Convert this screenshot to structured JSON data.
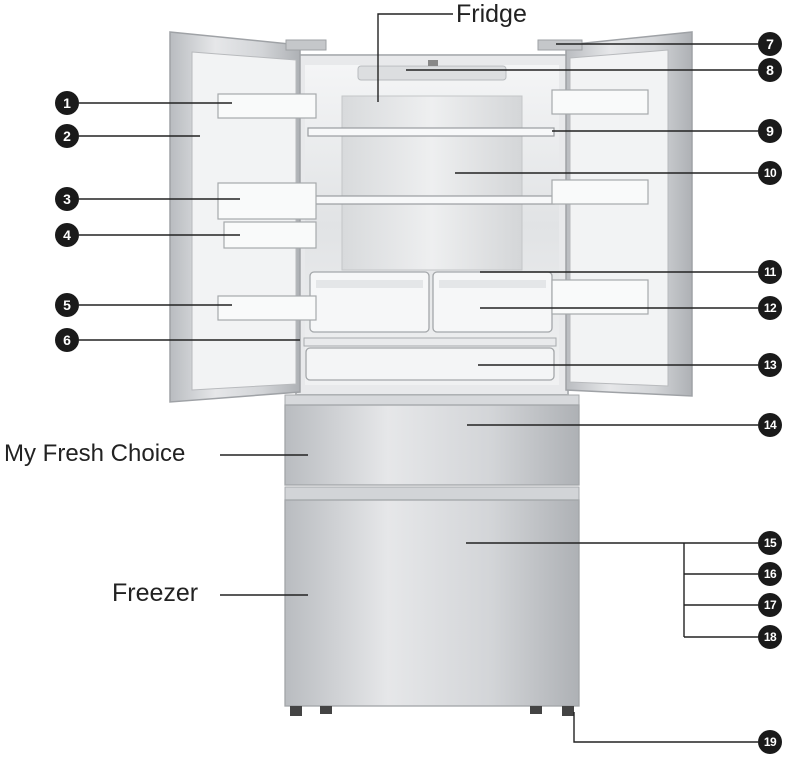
{
  "labels": {
    "fridge": "Fridge",
    "my_fresh_choice": "My Fresh Choice",
    "freezer": "Freezer"
  },
  "callouts": [
    "1",
    "2",
    "3",
    "4",
    "5",
    "6",
    "7",
    "8",
    "9",
    "10",
    "11",
    "12",
    "13",
    "14",
    "15",
    "16",
    "17",
    "18",
    "19"
  ],
  "colors": {
    "callout_badge": "#1a1a1a",
    "leader_line": "#222222",
    "steel": "#c9ccd0"
  }
}
